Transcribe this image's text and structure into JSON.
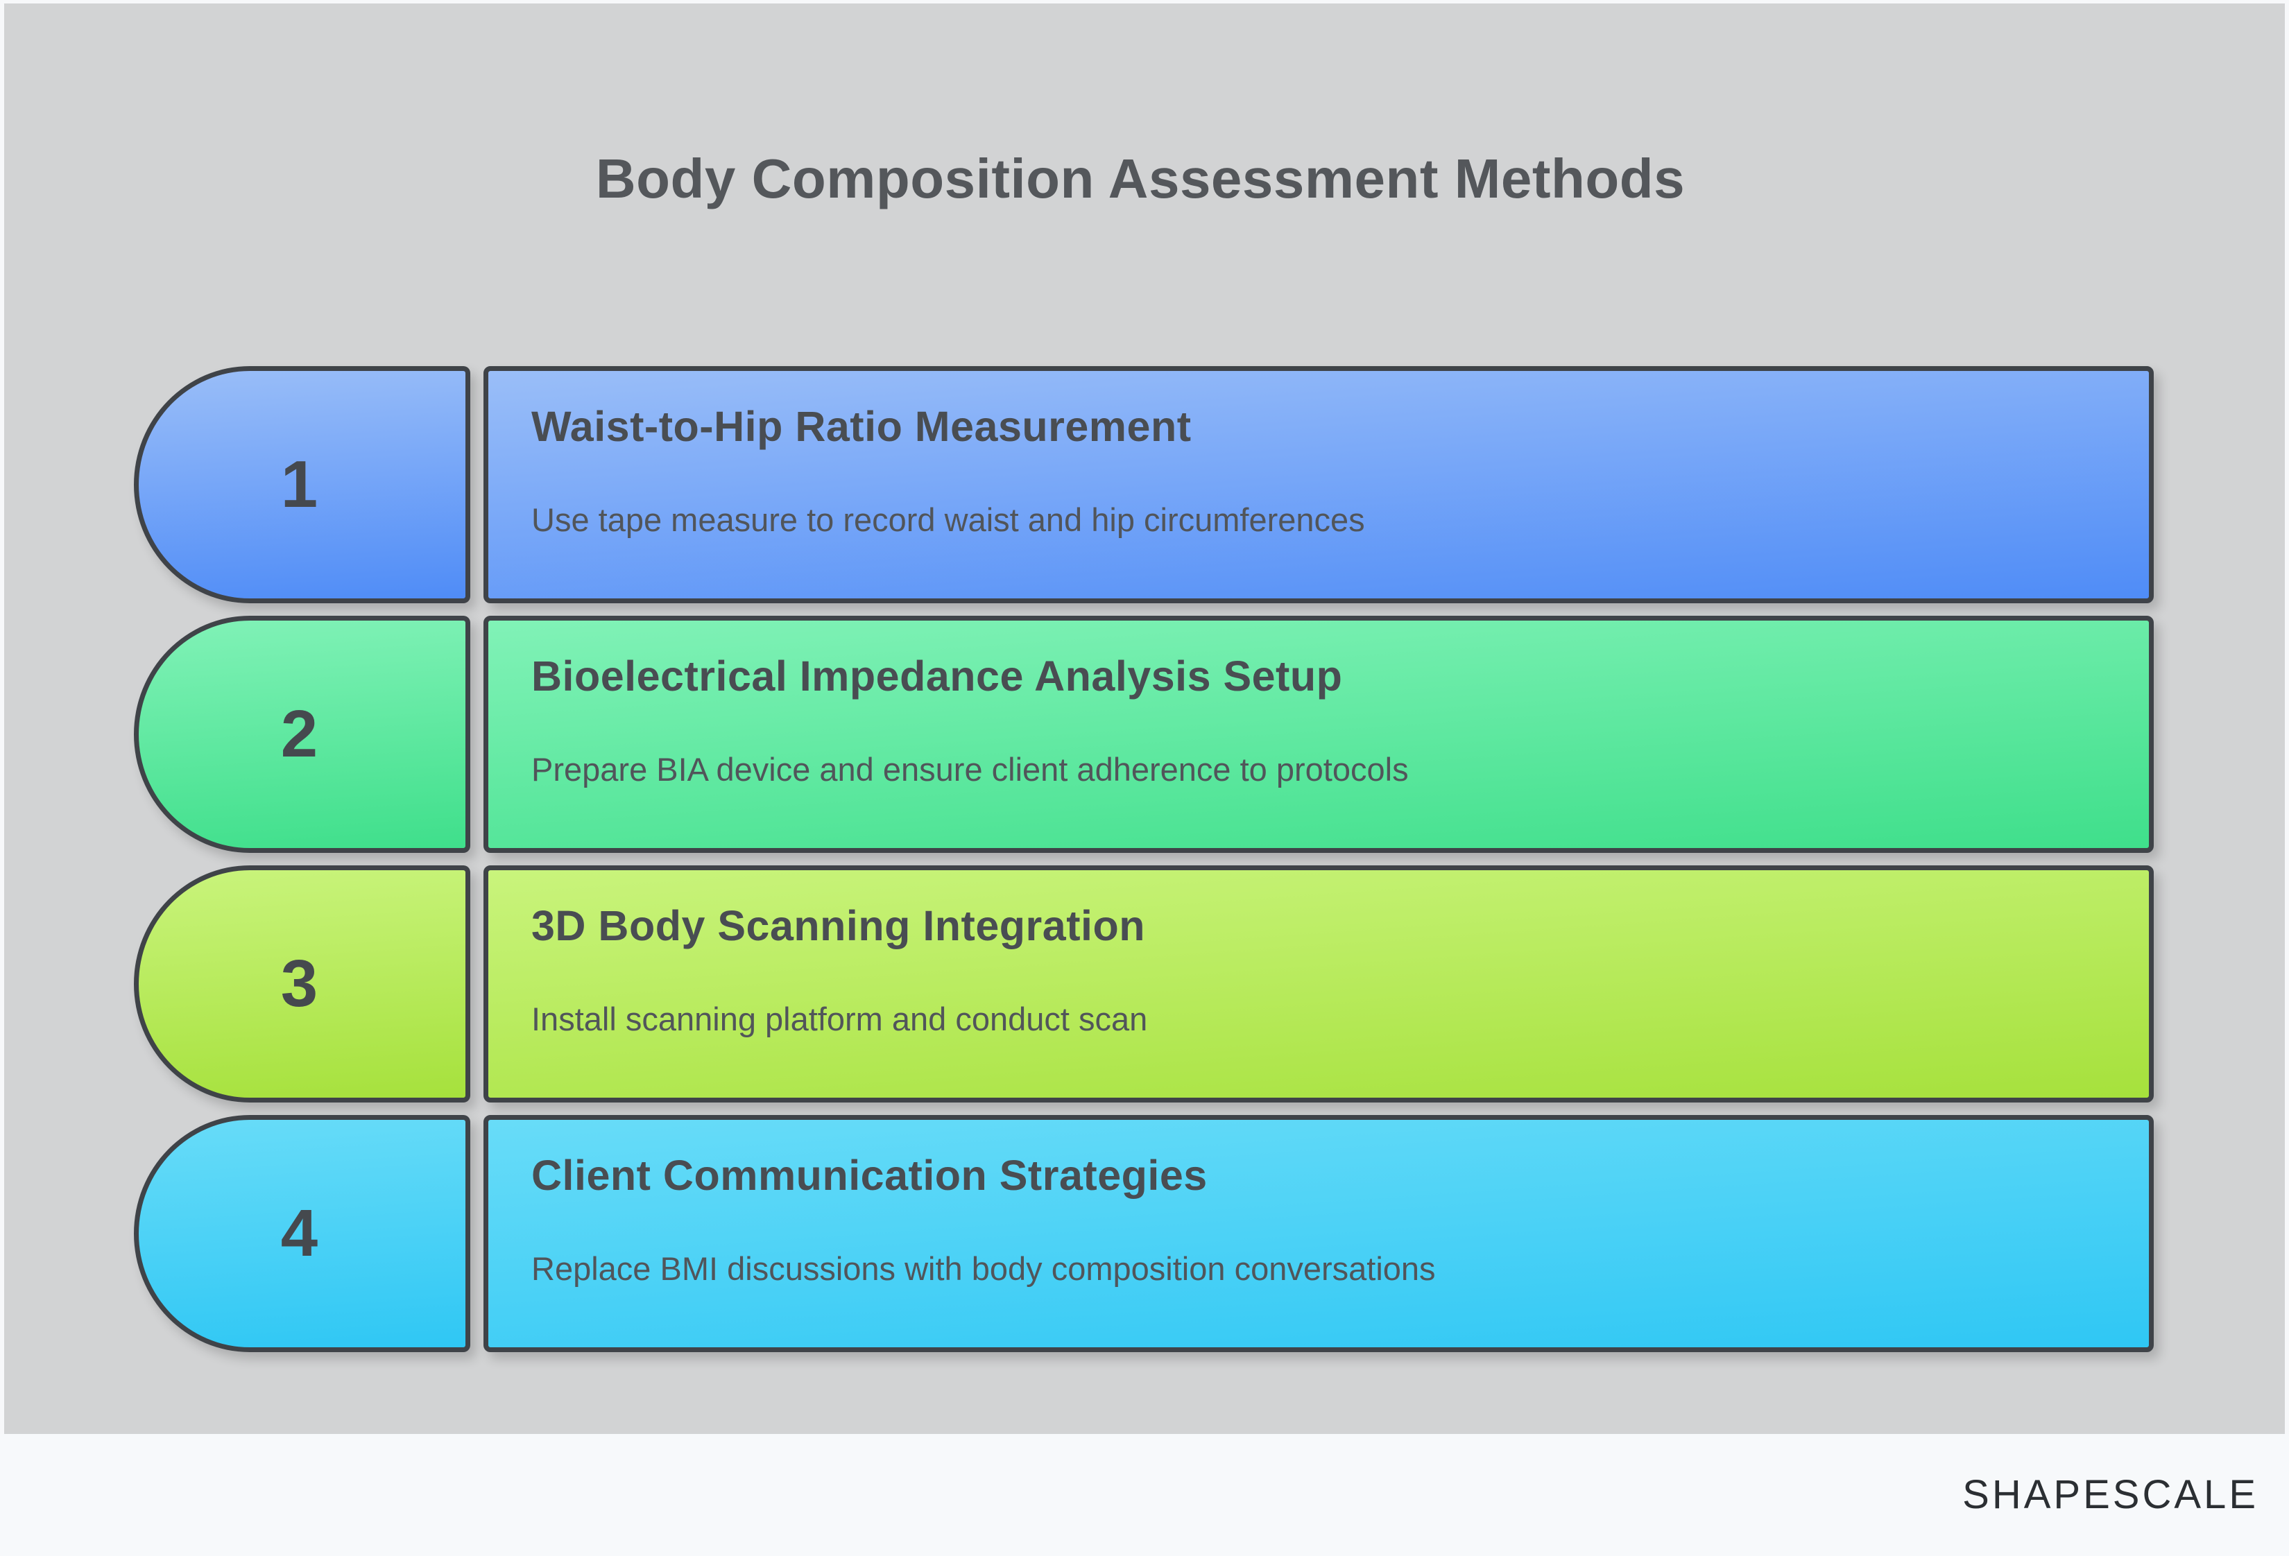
{
  "title": "Body Composition Assessment Methods",
  "steps": [
    {
      "number": "1",
      "heading": "Waist-to-Hip Ratio Measurement",
      "description": "Use tape measure to record waist and hip circumferences",
      "gradient_top": "#9abef8",
      "gradient_bottom": "#4f8cf7"
    },
    {
      "number": "2",
      "heading": "Bioelectrical Impedance Analysis Setup",
      "description": "Prepare BIA device and ensure client adherence to protocols",
      "gradient_top": "#81f2b7",
      "gradient_bottom": "#3fdf8b"
    },
    {
      "number": "3",
      "heading": "3D Body Scanning Integration",
      "description": "Install scanning platform and conduct scan",
      "gradient_top": "#c9f47c",
      "gradient_bottom": "#a6e13c"
    },
    {
      "number": "4",
      "heading": "Client Communication Strategies",
      "description": "Replace BMI discussions with body composition conversations",
      "gradient_top": "#68dcf8",
      "gradient_bottom": "#2fc7f4"
    }
  ],
  "footer": {
    "brand": "SHAPESCALE"
  },
  "colors": {
    "panel_background": "#d2d3d4",
    "frame_background": "#f7f8fa",
    "footer_background": "#f7f9fb",
    "stroke": "#3f4348",
    "title_text": "#54575b",
    "heading_text": "#494d52",
    "description_text": "#51555a",
    "number_text": "#45494e",
    "brand_text": "#2b2f33"
  }
}
